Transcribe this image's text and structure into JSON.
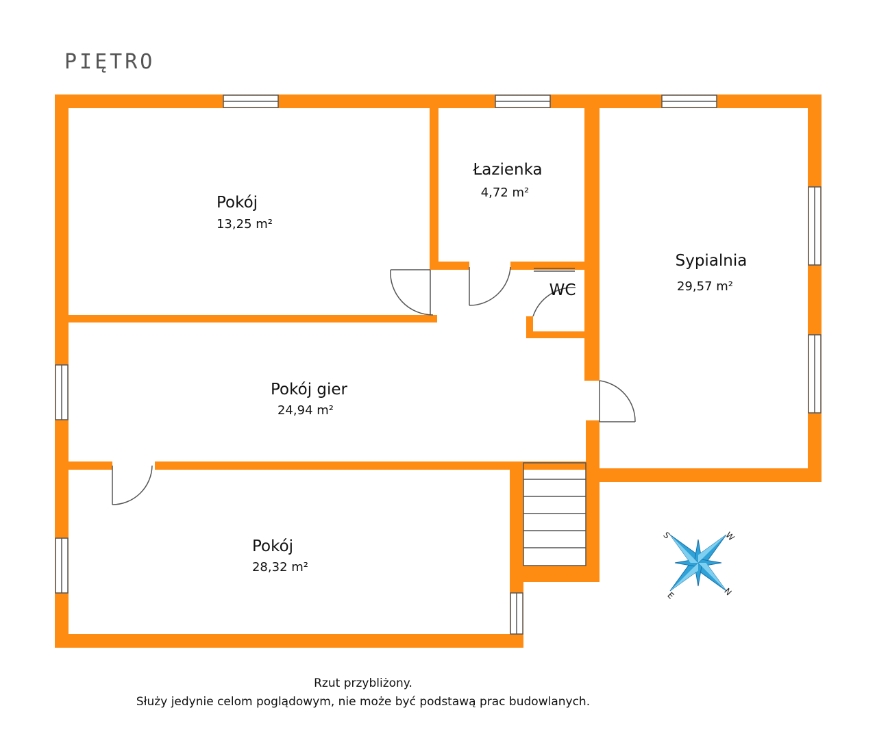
{
  "floor_title": "PIĘTRO",
  "colors": {
    "wall": "#FF8C12",
    "compass_fill": "#2FA3D8",
    "compass_stroke": "#1A6FA8",
    "window_frame": "#555555"
  },
  "rooms": [
    {
      "id": "pokoj-1",
      "name": "Pokój",
      "area": "13,25 m²"
    },
    {
      "id": "lazienka",
      "name": "Łazienka",
      "area": "4,72 m²"
    },
    {
      "id": "sypialnia",
      "name": "Sypialnia",
      "area": "29,57 m²"
    },
    {
      "id": "wc",
      "name": "WC",
      "area": ""
    },
    {
      "id": "pokoj-gier",
      "name": "Pokój gier",
      "area": "24,94 m²"
    },
    {
      "id": "pokoj-2",
      "name": "Pokój",
      "area": "28,32 m²"
    }
  ],
  "compass": {
    "s": "S",
    "w": "W",
    "e": "E",
    "n": "N",
    "icon": "compass-rose-icon"
  },
  "note": {
    "line1": "Rzut przybliżony.",
    "line2": "Służy jedynie celom poglądowym, nie może być podstawą prac budowlanych."
  }
}
